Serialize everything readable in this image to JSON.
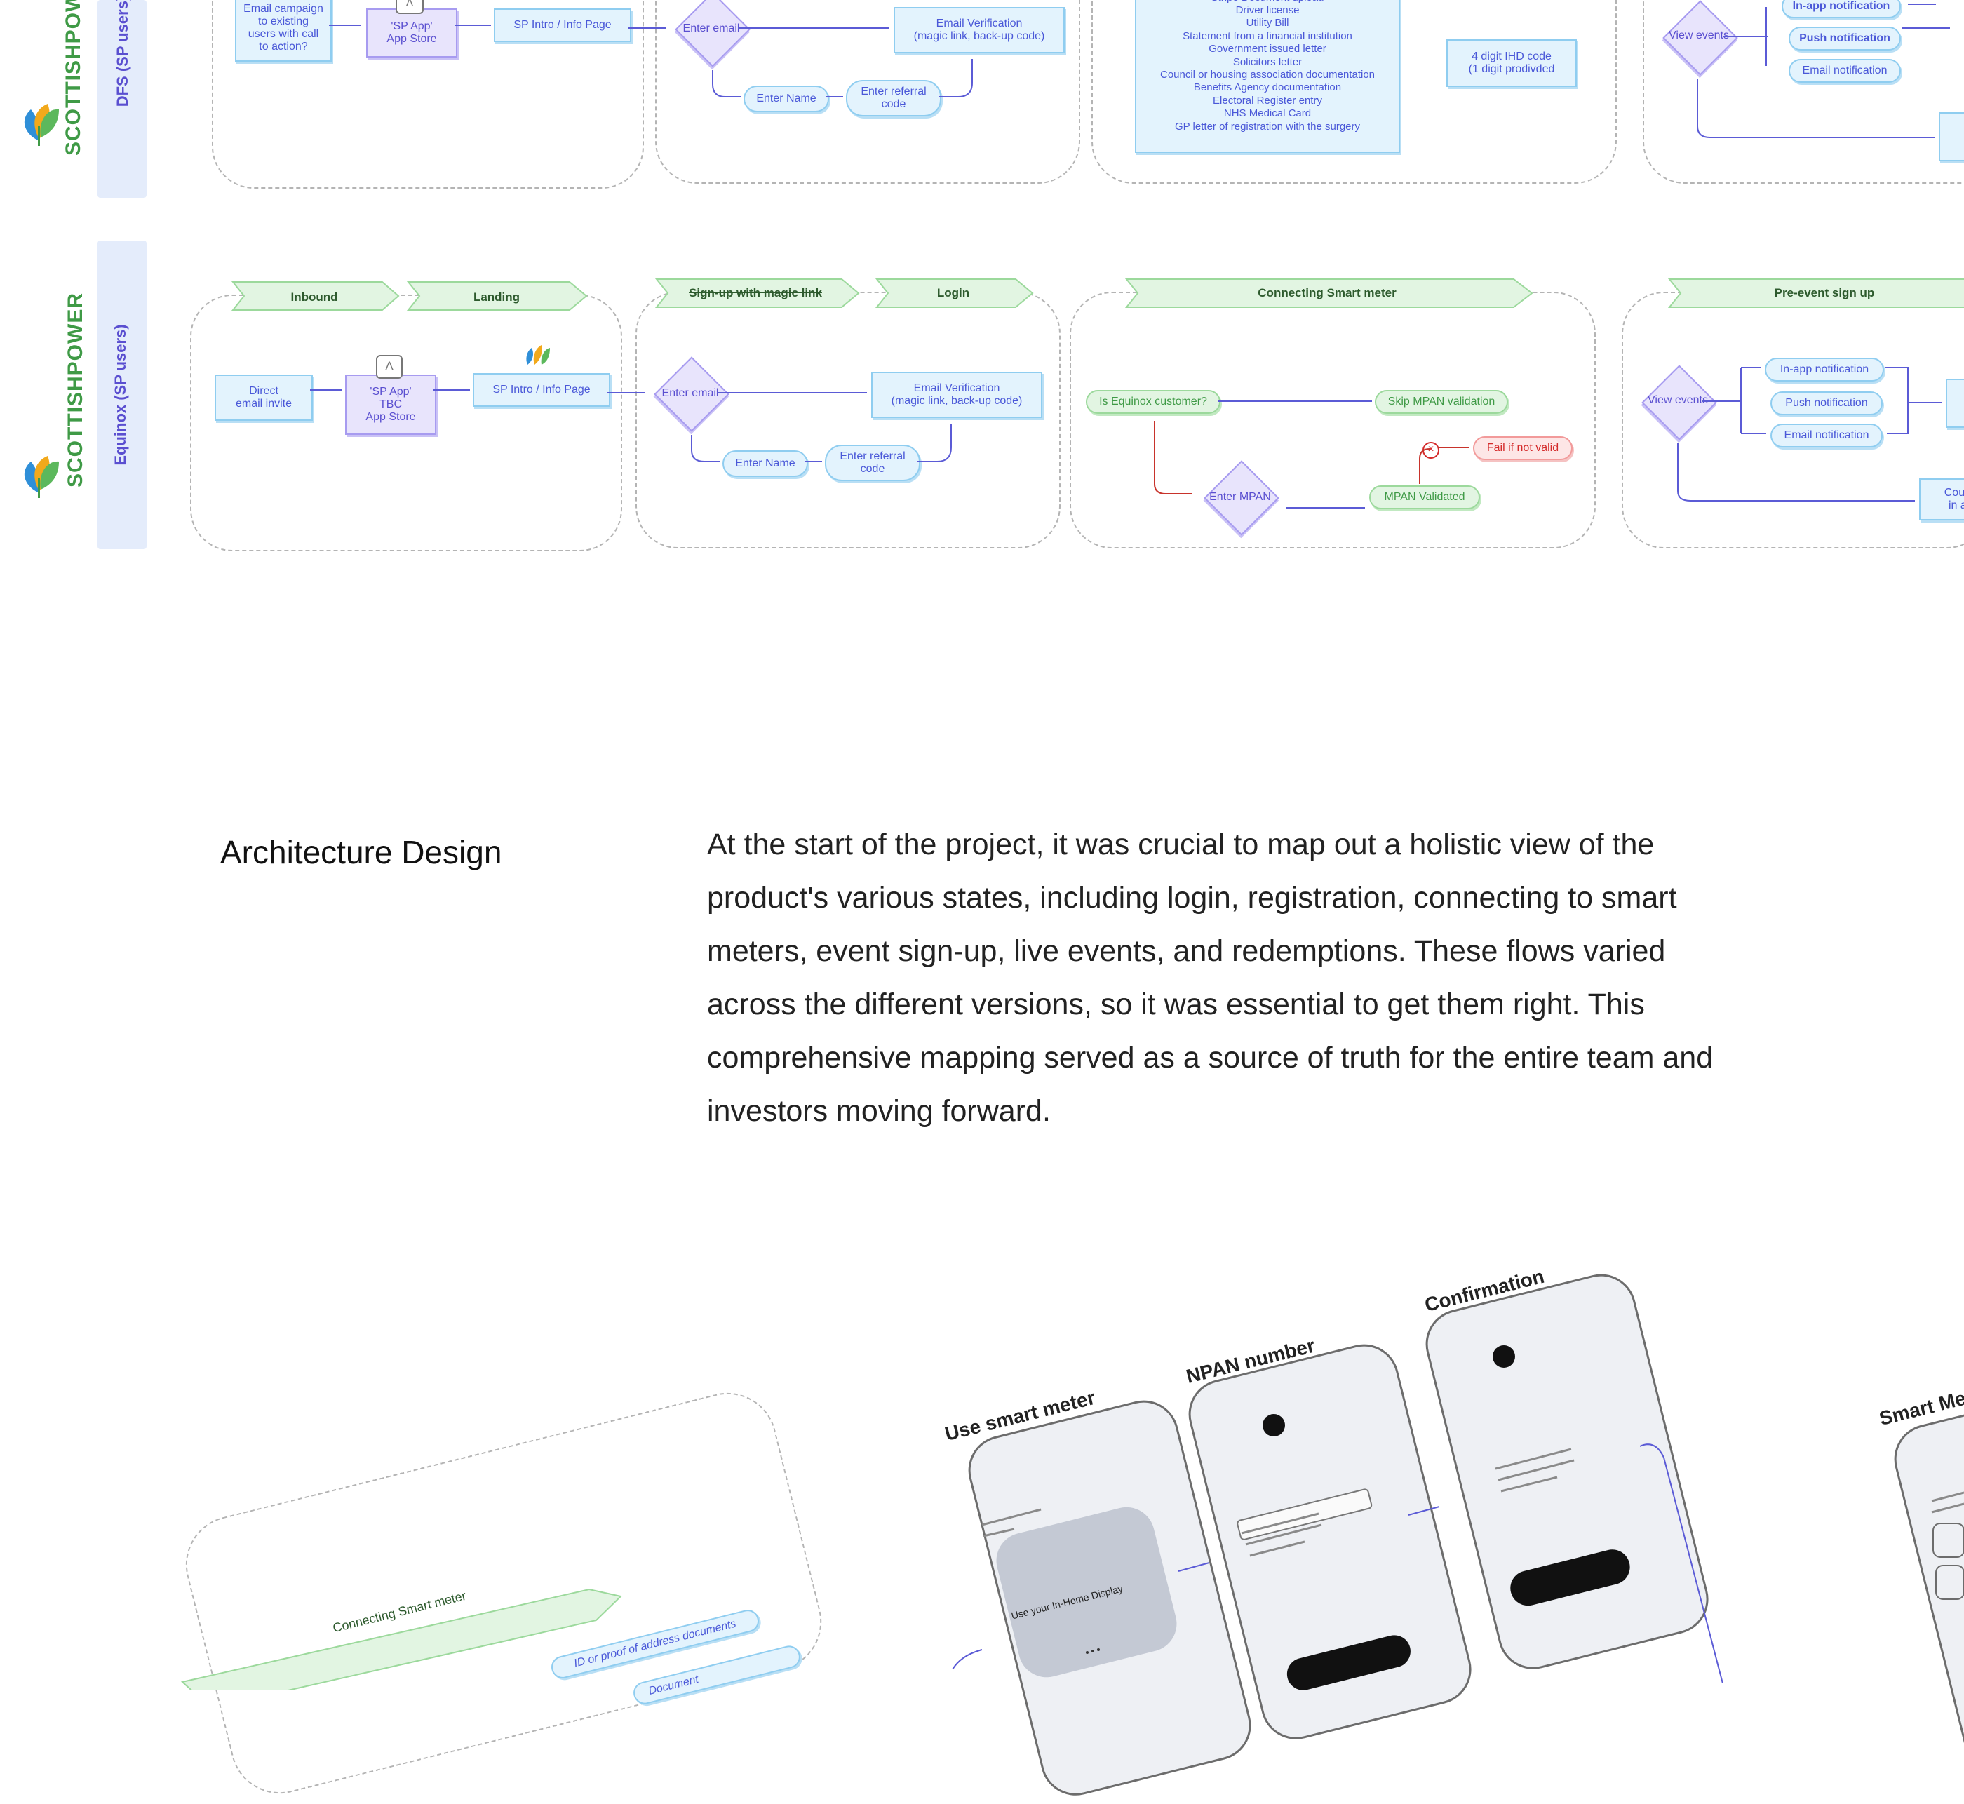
{
  "lane1": {
    "brand": "SCOTTISHPOW",
    "label": "DFS (SP users)",
    "nodes": {
      "email_campaign": "Email campaign\nto existing\nusers with call\nto action?",
      "sp_app": "'SP App'\nApp Store",
      "intro": "SP Intro / Info Page",
      "enter_email": "Enter email",
      "email_verif": "Email Verification\n(magic link, back-up code)",
      "enter_name": "Enter Name",
      "referral": "Enter referral\ncode",
      "docs": "Stripe Document upload\nDriver license\nUtility Bill\nStatement from a financial institution\nGovernment issued letter\nSolicitors letter\nCouncil or housing association documentation\nBenefits Agency documentation\nElectoral Register entry\nNHS Medical Card\nGP letter of registration with the surgery",
      "ihd_code": "4 digit IHD code\n(1 digit prodivded",
      "view_events": "View events",
      "inapp": "In-app notification",
      "push": "Push notification",
      "emailn": "Email notification"
    }
  },
  "lane2": {
    "brand": "SCOTTISHPOWER",
    "label": "Equinox (SP users)",
    "headers": {
      "inbound": "Inbound",
      "landing": "Landing",
      "signup": "Sign-up with magic link",
      "login": "Login",
      "smart": "Connecting Smart meter",
      "preevent": "Pre-event sign up"
    },
    "nodes": {
      "direct": "Direct\nemail invite",
      "sp_app": "'SP App'\nTBC\nApp Store",
      "intro": "SP Intro / Info Page",
      "enter_email": "Enter email",
      "email_verif": "Email Verification\n(magic link, back-up code)",
      "enter_name": "Enter Name",
      "referral": "Enter referral\ncode",
      "is_equinox": "Is Equinox customer?",
      "skip_mpan": "Skip MPAN validation",
      "fail": "Fail if not valid",
      "enter_mpan": "Enter MPAN",
      "mpan_valid": "MPAN Validated",
      "view_events": "View events",
      "inapp": "In-app notification",
      "push": "Push notification",
      "emailn": "Email notification",
      "countdown": "Coun\nin a"
    }
  },
  "section": {
    "title": "Architecture Design",
    "body": "At the start of the project, it was crucial to map out a holistic view of the product's various states, including login, registration, connecting to smart meters, event sign-up, live events, and redemptions. These flows varied across the different versions, so it was essential to get them right. This comprehensive mapping served as a source of truth for the entire team and investors moving forward."
  },
  "bottom": {
    "connecting": "Connecting Smart meter",
    "id_proof": "ID or proof of address documents",
    "document": "Document",
    "phones": {
      "use_smart": "Use smart meter",
      "ihd_text": "Use your In-Home Display",
      "npan": "NPAN number",
      "confirmation": "Confirmation",
      "smart_m": "Smart Me"
    }
  }
}
